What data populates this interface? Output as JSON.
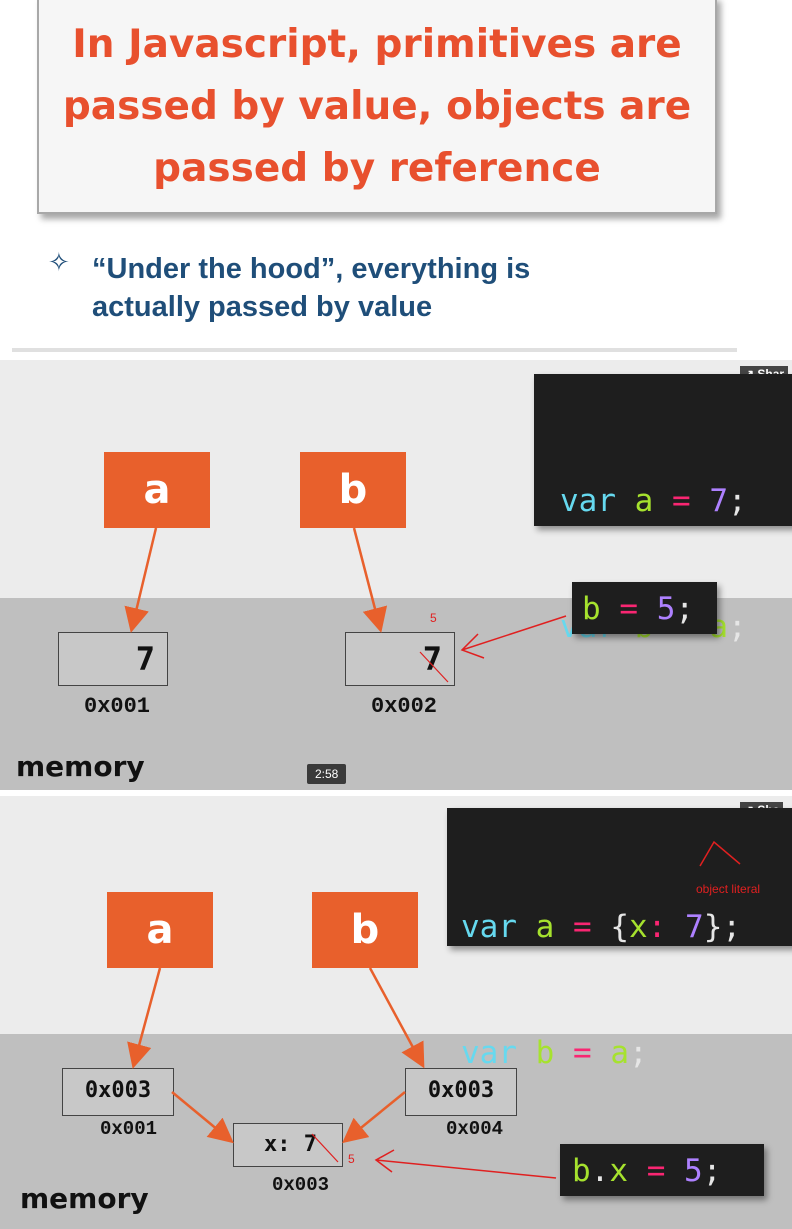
{
  "slide1": {
    "title": "In Javascript, primitives are\npassed by value, objects are\npassed by reference",
    "bullet_symbol": "✧",
    "bullet_text": "“Under the hood”, everything is\nactually passed by value"
  },
  "frame1": {
    "share_label": "Shar",
    "var_a": "a",
    "var_b": "b",
    "code_line1": {
      "kw": "var",
      "id": "a",
      "op": "=",
      "num": "7",
      "end": ";"
    },
    "code_line2": {
      "kw": "var",
      "id": "b",
      "op": "=",
      "val": "a",
      "end": ";"
    },
    "cell_a_value": "7",
    "cell_b_value": "7",
    "cell_a_addr": "0x001",
    "cell_b_addr": "0x002",
    "annotation_new_value": "5",
    "assign_code": {
      "id": "b",
      "op": "=",
      "num": "5",
      "end": ";"
    },
    "memory_label": "memory",
    "timestamp": "2:58"
  },
  "frame2": {
    "share_label": "Sha",
    "var_a": "a",
    "var_b": "b",
    "code_line1": {
      "kw": "var",
      "id": "a",
      "op": "=",
      "open": "{",
      "key": "x",
      "colon": ":",
      "num": "7",
      "close": "};"
    },
    "code_line2": {
      "kw": "var",
      "id": "b",
      "op": "=",
      "val": "a",
      "end": ";"
    },
    "object_literal_note": "object literal",
    "cell_a_value": "0x003",
    "cell_b_value": "0x003",
    "cell_a_addr": "0x001",
    "cell_b_addr": "0x004",
    "object_cell_key": "x:",
    "object_cell_value": "7",
    "object_cell_addr": "0x003",
    "annotation_new_value": "5",
    "assign_code": {
      "id": "b",
      "dot": ".",
      "prop": "x",
      "op": "=",
      "num": "5",
      "end": ";"
    },
    "memory_label": "memory"
  },
  "colors": {
    "title": "#e8502e",
    "bullet": "#1f4e79",
    "var_box": "#e8602c",
    "arrow": "#e8602c",
    "annotation": "#e02020",
    "memory_bg": "#bfbfbf",
    "code_bg": "#1e1e1e"
  }
}
